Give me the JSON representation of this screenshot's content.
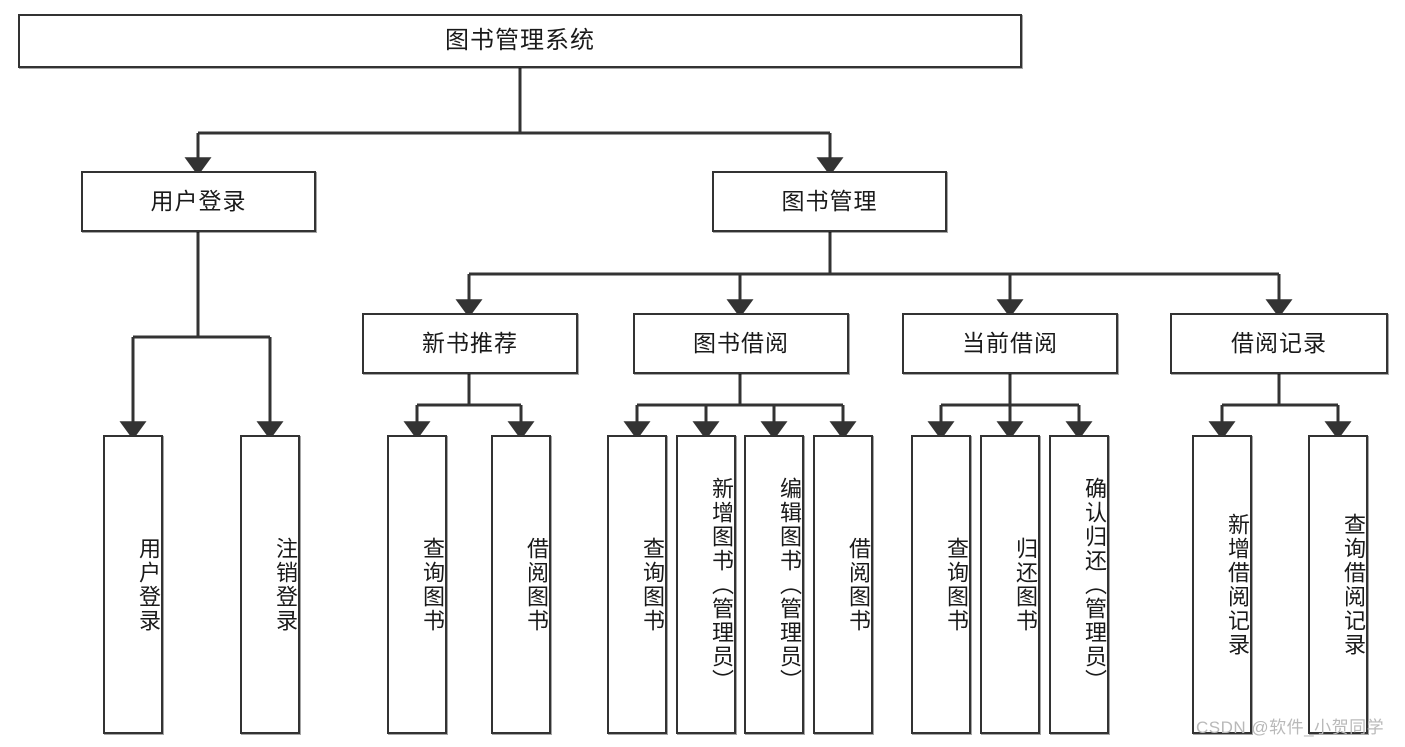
{
  "diagram": {
    "type": "hierarchy-tree",
    "title": "图书管理系统",
    "watermark": "CSDN @软件_小贺同学",
    "colors": {
      "box_stroke": "#333333",
      "box_fill": "#ffffff",
      "line": "#333333",
      "text": "#1a1a1a",
      "watermark": "#b9b9b9"
    },
    "levels": [
      {
        "level": 1,
        "nodes": [
          {
            "id": "root",
            "label": "图书管理系统",
            "orientation": "horizontal"
          }
        ]
      },
      {
        "level": 2,
        "nodes": [
          {
            "id": "login",
            "label": "用户登录",
            "orientation": "horizontal",
            "parent": "root"
          },
          {
            "id": "bookmgmt",
            "label": "图书管理",
            "orientation": "horizontal",
            "parent": "root"
          }
        ]
      },
      {
        "level": 3,
        "nodes": [
          {
            "id": "newbook",
            "label": "新书推荐",
            "orientation": "horizontal",
            "parent": "bookmgmt"
          },
          {
            "id": "borrow",
            "label": "图书借阅",
            "orientation": "horizontal",
            "parent": "bookmgmt"
          },
          {
            "id": "current",
            "label": "当前借阅",
            "orientation": "horizontal",
            "parent": "bookmgmt"
          },
          {
            "id": "records",
            "label": "借阅记录",
            "orientation": "horizontal",
            "parent": "bookmgmt"
          }
        ]
      },
      {
        "level": 4,
        "nodes": [
          {
            "id": "leaf-1",
            "label": "用户登录",
            "orientation": "vertical",
            "parent": "login"
          },
          {
            "id": "leaf-2",
            "label": "注销登录",
            "orientation": "vertical",
            "parent": "login"
          },
          {
            "id": "leaf-3",
            "label": "查询图书",
            "orientation": "vertical",
            "parent": "newbook"
          },
          {
            "id": "leaf-4",
            "label": "借阅图书",
            "orientation": "vertical",
            "parent": "newbook"
          },
          {
            "id": "leaf-5",
            "label": "查询图书",
            "orientation": "vertical",
            "parent": "borrow"
          },
          {
            "id": "leaf-6",
            "label": "新增图书（管理员）",
            "orientation": "vertical",
            "parent": "borrow"
          },
          {
            "id": "leaf-7",
            "label": "编辑图书（管理员）",
            "orientation": "vertical",
            "parent": "borrow"
          },
          {
            "id": "leaf-8",
            "label": "借阅图书",
            "orientation": "vertical",
            "parent": "borrow"
          },
          {
            "id": "leaf-9",
            "label": "查询图书",
            "orientation": "vertical",
            "parent": "current"
          },
          {
            "id": "leaf-10",
            "label": "归还图书",
            "orientation": "vertical",
            "parent": "current"
          },
          {
            "id": "leaf-11",
            "label": "确认归还（管理员）",
            "orientation": "vertical",
            "parent": "current"
          },
          {
            "id": "leaf-12",
            "label": "新增借阅记录",
            "orientation": "vertical",
            "parent": "records"
          },
          {
            "id": "leaf-13",
            "label": "查询借阅记录",
            "orientation": "vertical",
            "parent": "records"
          }
        ]
      }
    ]
  }
}
